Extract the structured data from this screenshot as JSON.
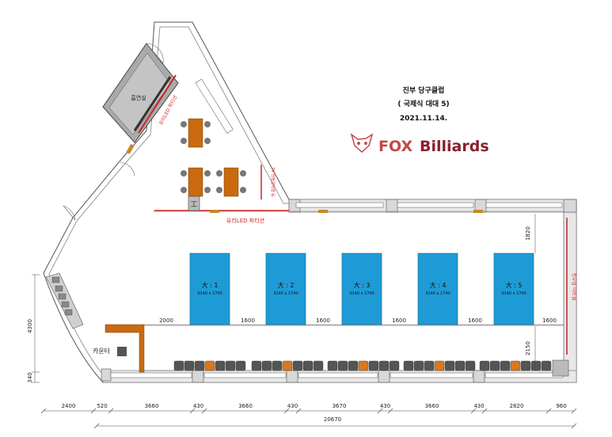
{
  "title": {
    "line1": "진부 당구클럽",
    "line2": "( 국제식 대대 5)",
    "date": "2021.11.14."
  },
  "logo": {
    "fox": "FOX",
    "billiards": "Billiards",
    "brand_color": "#8a1f2c",
    "icon": "fox-head-icon"
  },
  "rooms": {
    "smoking_room": "흡연실",
    "smoking_partition": "유리LED 파티션",
    "glass_partition": "유리LED 파티션",
    "tv_wall": "TV 천정걸이형 등",
    "right_wall": "천우암 아트월",
    "counter": "카운터"
  },
  "tables": [
    {
      "label": "大 : 1",
      "size": "3140 x 1740"
    },
    {
      "label": "大 : 2",
      "size": "3140 x 1740"
    },
    {
      "label": "大 : 3",
      "size": "3140 x 1740"
    },
    {
      "label": "大 : 4",
      "size": "3140 x 1740"
    },
    {
      "label": "大 : 5",
      "size": "3140 x 1740"
    }
  ],
  "table_color": "#1e9bd7",
  "inner_dims": {
    "left_gap": "2000",
    "gaps": [
      "1600",
      "1600",
      "1600",
      "1600",
      "1600"
    ],
    "top_clearance": "1820",
    "bottom_clearance": "2150"
  },
  "left_dims": {
    "height": "4300",
    "bottom": "340"
  },
  "bottom_dims": {
    "segments": [
      "2400",
      "520",
      "3660",
      "430",
      "3660",
      "430",
      "3670",
      "430",
      "3660",
      "430",
      "2820",
      "960"
    ],
    "total": "20670"
  }
}
